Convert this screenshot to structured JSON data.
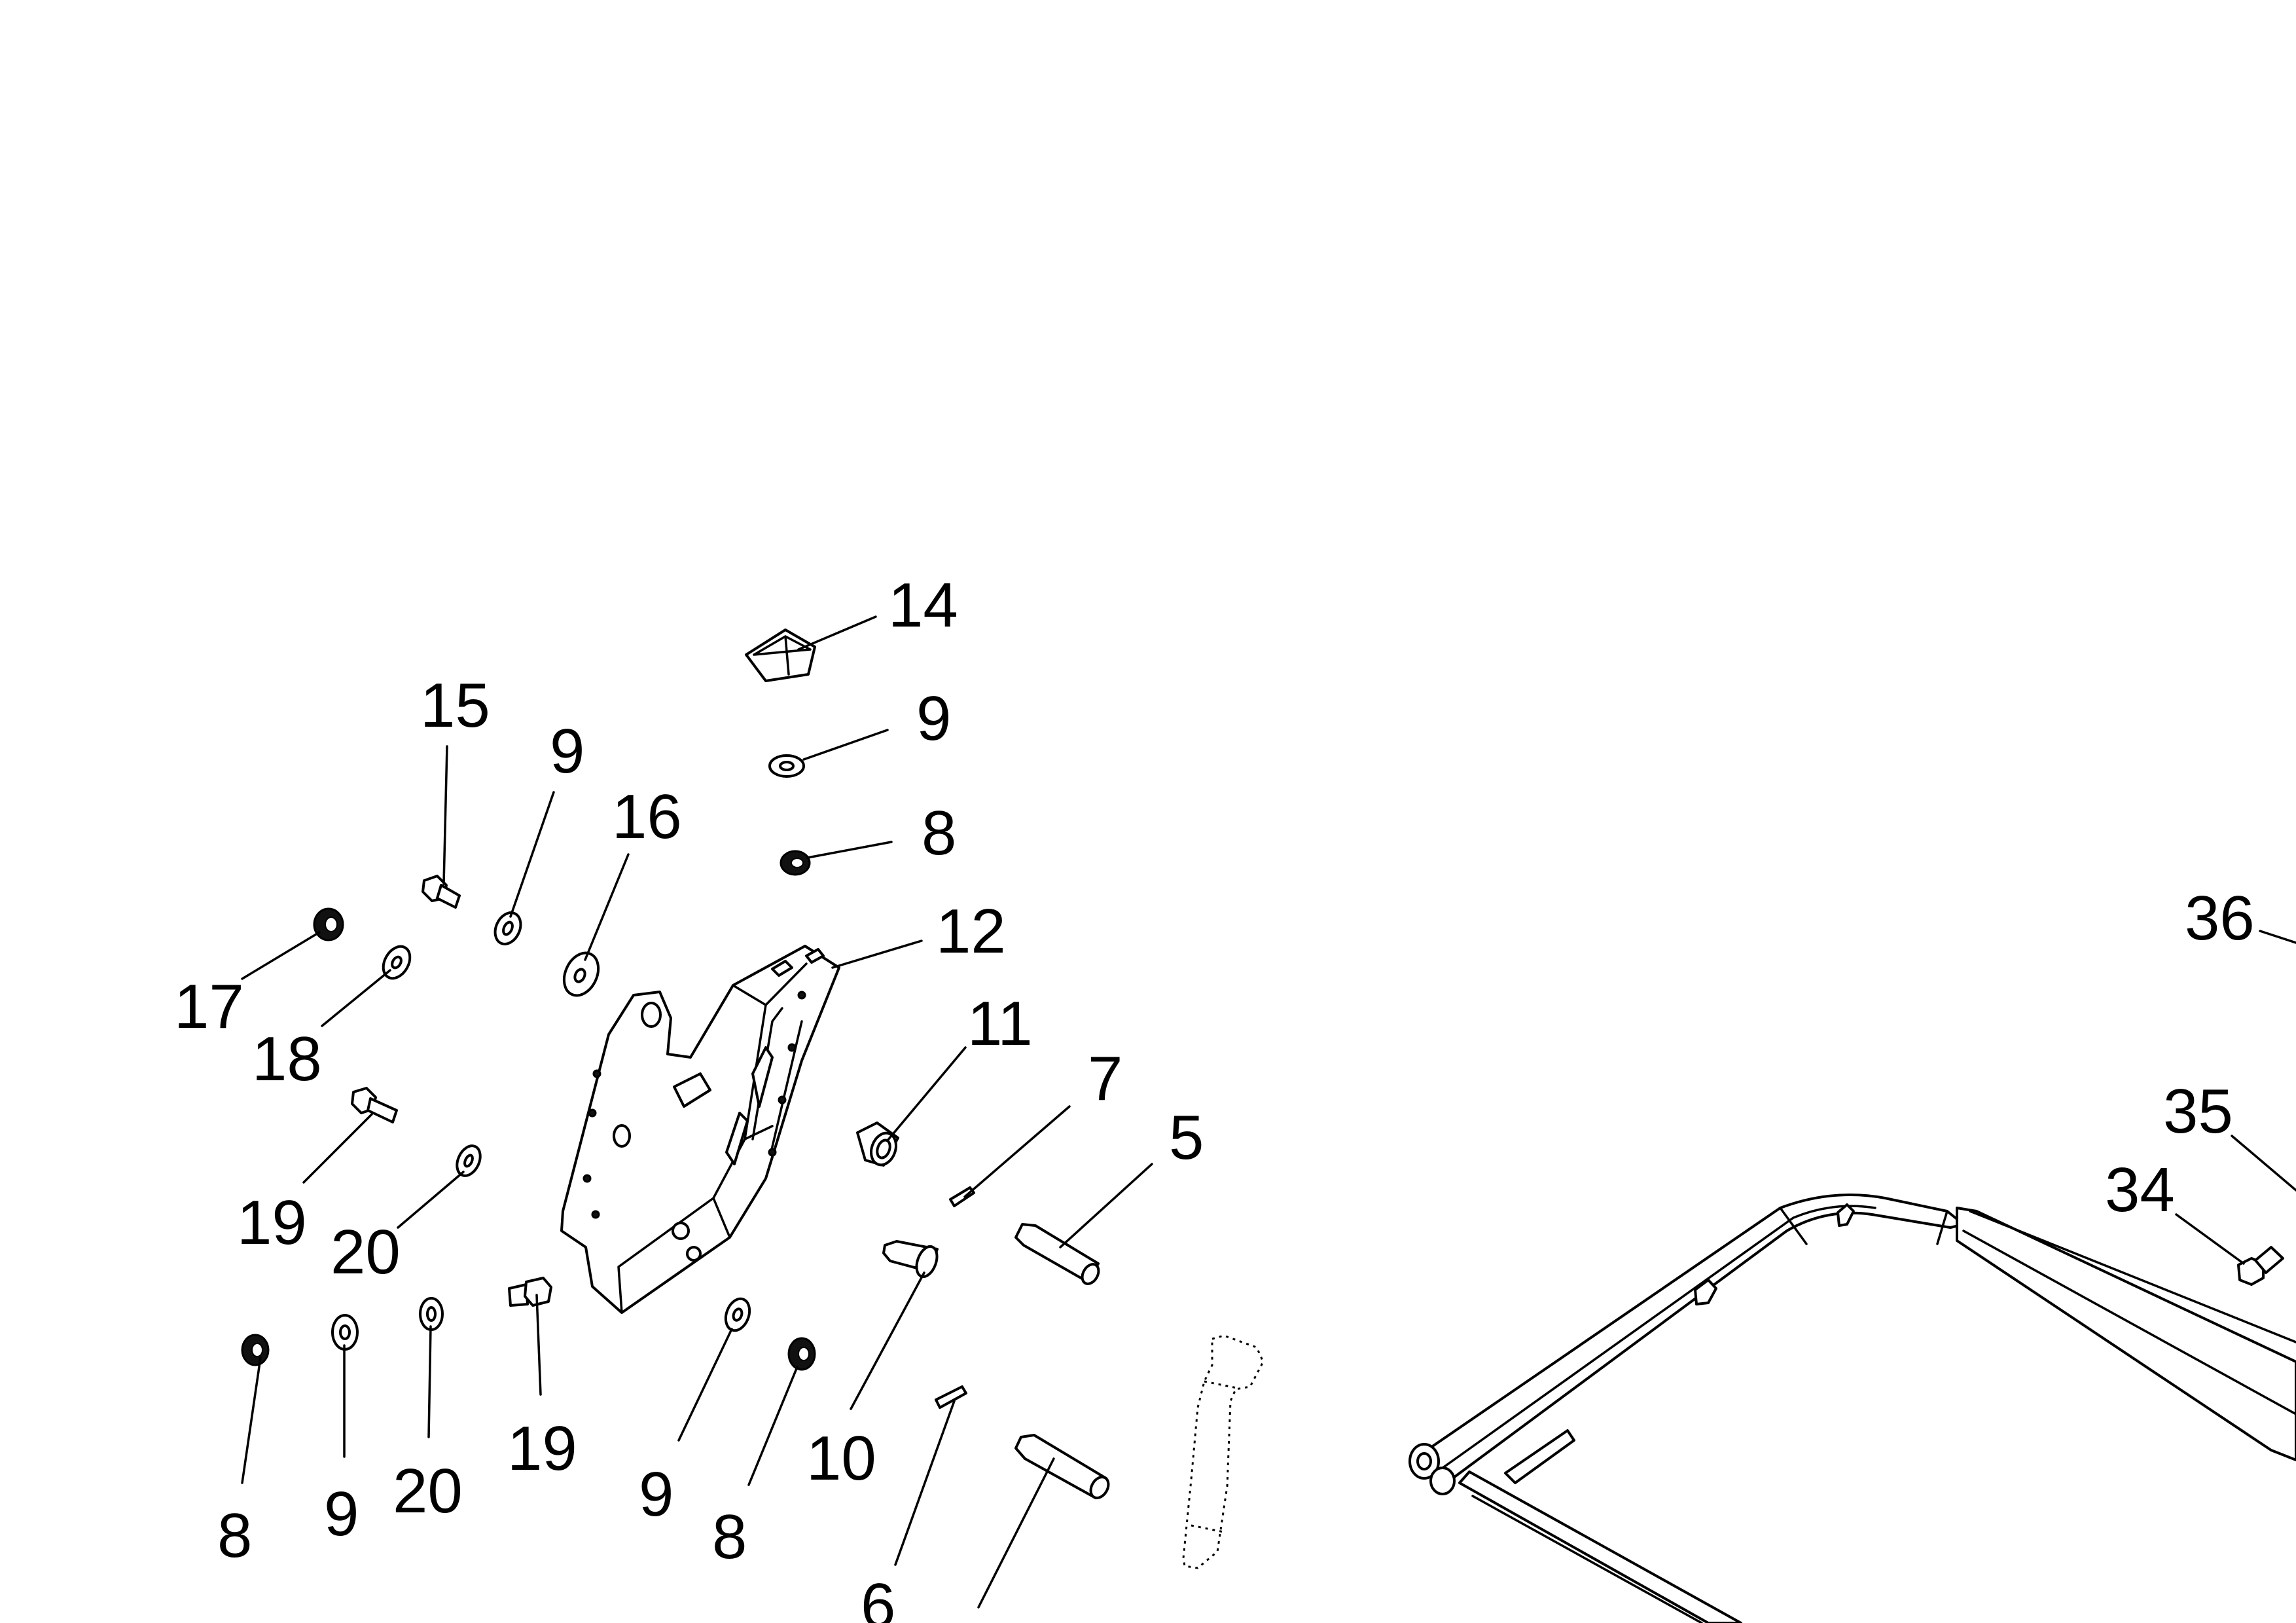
{
  "callouts": {
    "c5": "5",
    "c6": "6",
    "c7": "7",
    "c8a": "8",
    "c8b": "8",
    "c8c": "8",
    "c9a": "9",
    "c9b": "9",
    "c9c": "9",
    "c9d": "9",
    "c10": "10",
    "c11": "11",
    "c12": "12",
    "c14": "14",
    "c15": "15",
    "c16": "16",
    "c17": "17",
    "c18": "18",
    "c19a": "19",
    "c19b": "19",
    "c20a": "20",
    "c20b": "20",
    "c34": "34",
    "c35": "35",
    "c36": "36"
  }
}
